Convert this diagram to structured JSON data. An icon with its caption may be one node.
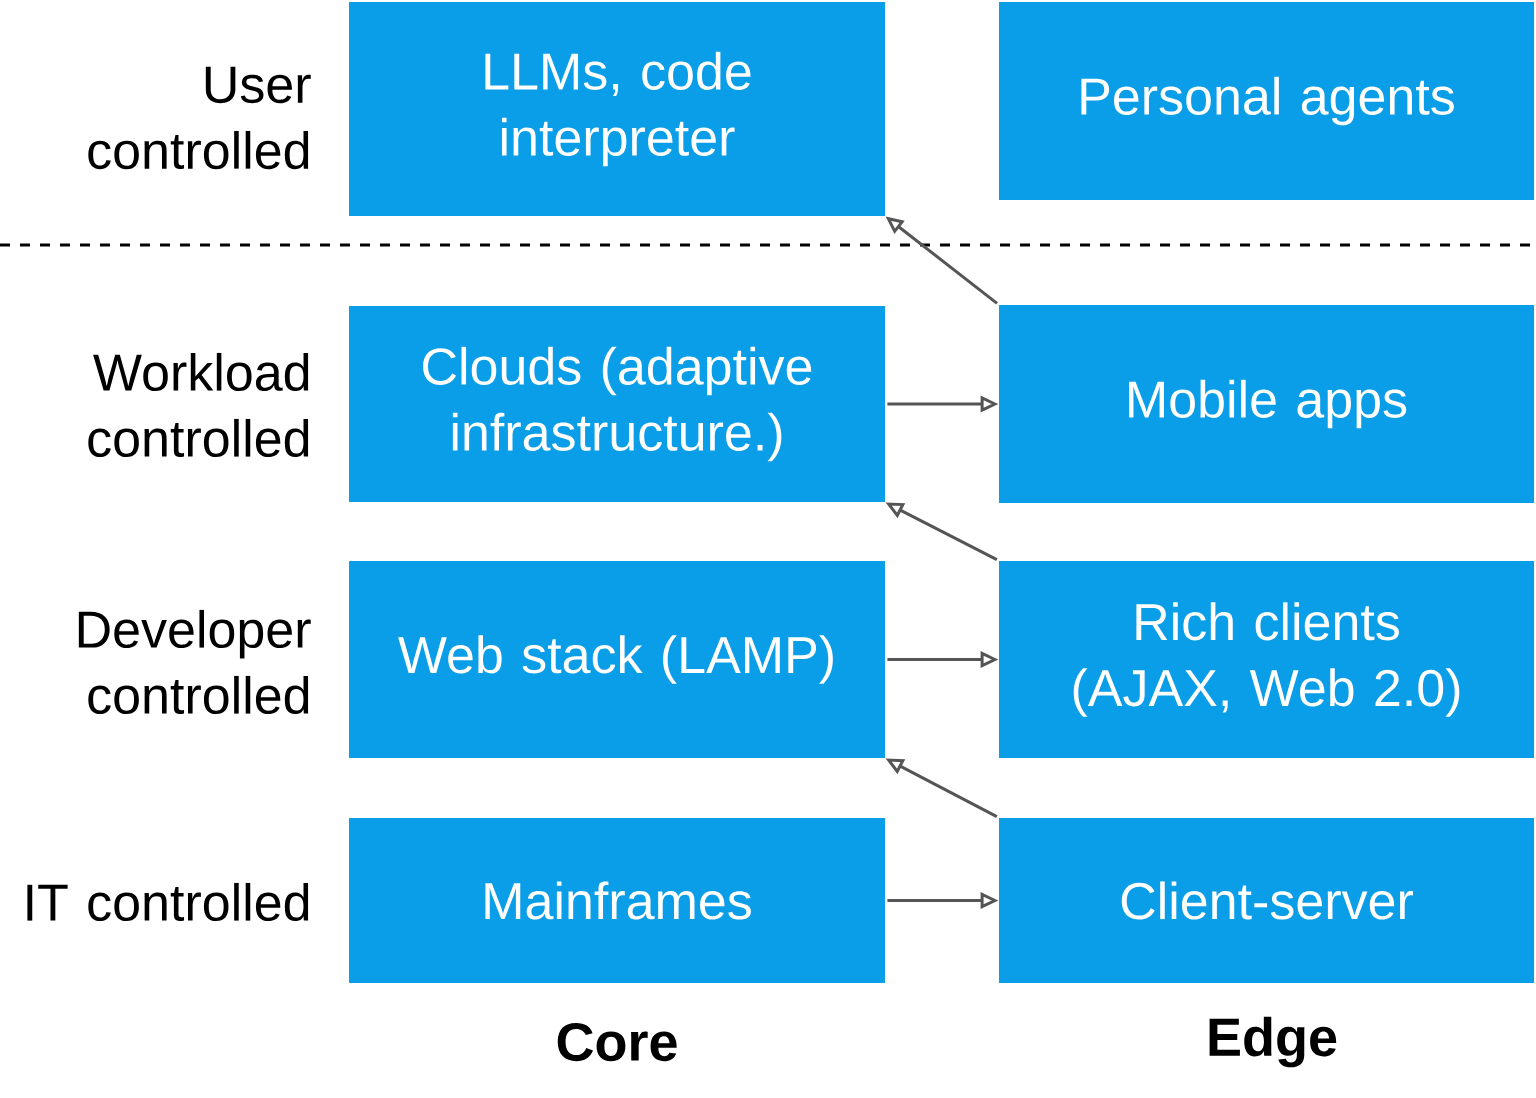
{
  "diagram": {
    "nodes": [
      {
        "text": [
          "LLMs, code interpreter"
        ]
      },
      {
        "text": [
          "Personal agents"
        ]
      },
      {
        "text": [
          "Clouds (adaptive infrastructure.)"
        ]
      },
      {
        "text": [
          "Mobile apps"
        ]
      },
      {
        "text": [
          "Web stack (LAMP)"
        ]
      },
      {
        "text": [
          "Rich clients (AJAX, Web 2.0)"
        ]
      },
      {
        "text": [
          "Mainframes"
        ]
      },
      {
        "text": [
          "Client-server"
        ]
      }
    ],
    "edges": [
      {
        "from": 3,
        "to": 0,
        "arrow": "to"
      },
      {
        "from": 2,
        "to": 3,
        "arrow": "to"
      },
      {
        "from": 5,
        "to": 2,
        "arrow": "to"
      },
      {
        "from": 4,
        "to": 5,
        "arrow": "to"
      },
      {
        "from": 7,
        "to": 4,
        "arrow": "to"
      },
      {
        "from": 6,
        "to": 7,
        "arrow": "to"
      }
    ],
    "labels": [
      "User controlled",
      "Workload controlled",
      "Developer controlled",
      "IT controlled",
      "Core",
      "Edge"
    ]
  }
}
